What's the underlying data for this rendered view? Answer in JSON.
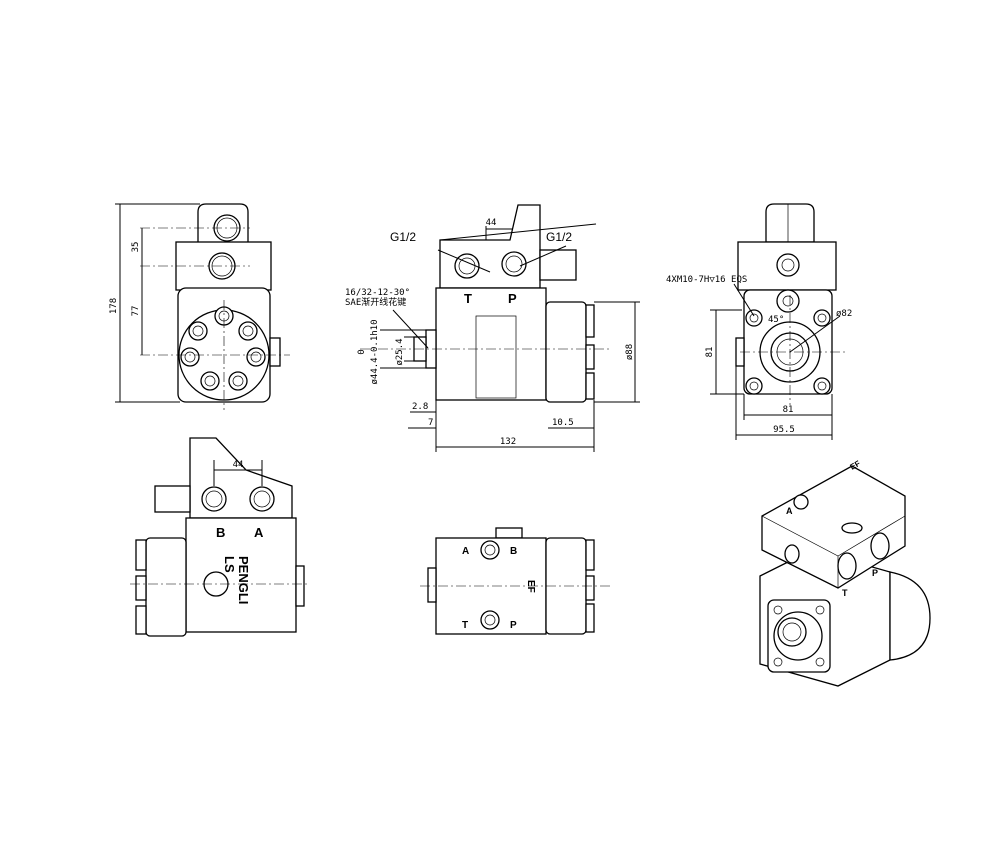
{
  "front_view": {
    "dim_total_height": "178",
    "dim_port_offset": "35",
    "dim_center_height": "77"
  },
  "side_view": {
    "port_spacing": "44",
    "port_left_thread": "G1/2",
    "port_right_thread": "G1/2",
    "port_t": "T",
    "port_p": "P",
    "spline_spec_line1": "16/32-12-30°",
    "spline_spec_line2": "SAE渐开线花键",
    "dim_pilot_tol": "0",
    "dim_pilot": "ø44.4-0.1h10",
    "dim_shaft": "ø25.4",
    "dim_body_dia": "ø88",
    "dim_flange_2_8": "2.8",
    "dim_flange_7": "7",
    "dim_cap_10_5": "10.5",
    "dim_overall_length": "132"
  },
  "rear_view": {
    "mount_thread": "4XM10-7H▽16 EQS",
    "dim_angle": "45°",
    "dim_pcd": "ø82",
    "dim_height_81": "81",
    "dim_width_81": "81",
    "dim_width_95_5": "95.5"
  },
  "top_view": {
    "port_spacing": "44",
    "port_b": "B",
    "port_a": "A",
    "brand": "PENGLI",
    "port_ls": "LS"
  },
  "bottom_view": {
    "port_a": "A",
    "port_b": "B",
    "port_t": "T",
    "port_p": "P",
    "mark_ef": "EF"
  },
  "iso_view": {
    "port_a": "A",
    "port_t": "T",
    "port_p": "P",
    "mark_ef": "EF"
  }
}
